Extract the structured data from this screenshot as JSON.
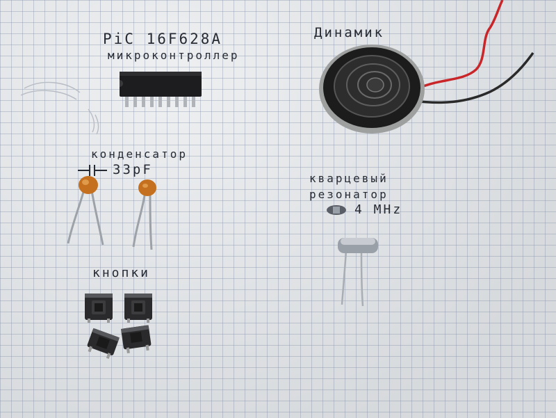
{
  "labels": {
    "pic_model": "PiC 16F628A",
    "microcontroller": "микроконтроллер",
    "speaker": "Динамик",
    "capacitor": "конденсатор",
    "capacitance": "33pF",
    "crystal_line1": "кварцевый",
    "crystal_line2": "резонатор",
    "frequency": "4 MHz",
    "buttons": "кнопки"
  },
  "icons": {
    "capacitor_symbol": "capacitor-symbol-icon",
    "crystal_symbol": "crystal-symbol-icon"
  },
  "colors": {
    "paper": "#e4e7ea",
    "grid": "#8896b0",
    "ink": "#262a33",
    "chip": "#1d1d1f",
    "capacitor": "#c4701f",
    "speaker_wire_red": "#c9262a",
    "speaker_wire_black": "#2a2a2a"
  }
}
